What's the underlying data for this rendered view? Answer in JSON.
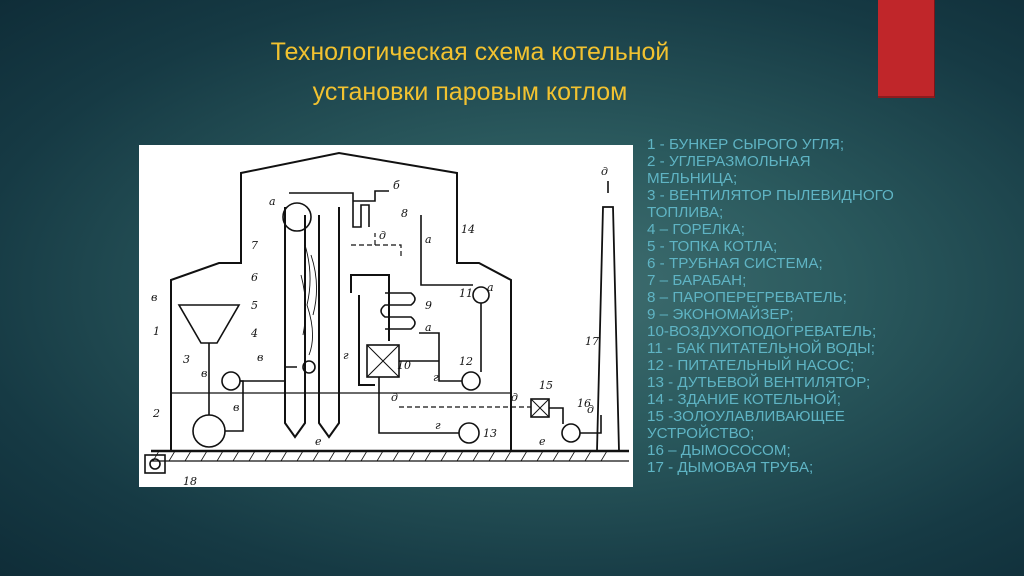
{
  "slide": {
    "title_line1": "Технологическая схема котельной",
    "title_line2": "установки паровым котлом",
    "accent_color": "#c0262a",
    "title_color": "#f2c230",
    "text_color": "#5fb4c4"
  },
  "diagram": {
    "numbers": [
      "1",
      "2",
      "3",
      "4",
      "5",
      "6",
      "7",
      "8",
      "9",
      "10",
      "11",
      "12",
      "13",
      "14",
      "15",
      "16",
      "17",
      "18"
    ],
    "letters": {
      "a": "а",
      "b": "б",
      "v": "в",
      "g": "г",
      "d": "д",
      "e": "е"
    }
  },
  "legend": [
    "1 - бункер сырого угля;",
    "2 - углеразмольная мельница;",
    "3 - вентилятор пылевидного топлива;",
    "4 – горелка;",
    "5 - топка котла;",
    "6 - трубная система;",
    "7 – барабан;",
    "8 – пароперегреватель;",
    "9 – экономайзер;",
    "10-воздухоподогреватель;",
    "11 - бак питательной воды;",
    "12 - питательный насос;",
    "13 - дутьевой вентилятор;",
    "14 - здание котельной;",
    "15 -золоулавливающее устройство;",
    "16 – дымососом;",
    "17 - дымовая труба;"
  ]
}
